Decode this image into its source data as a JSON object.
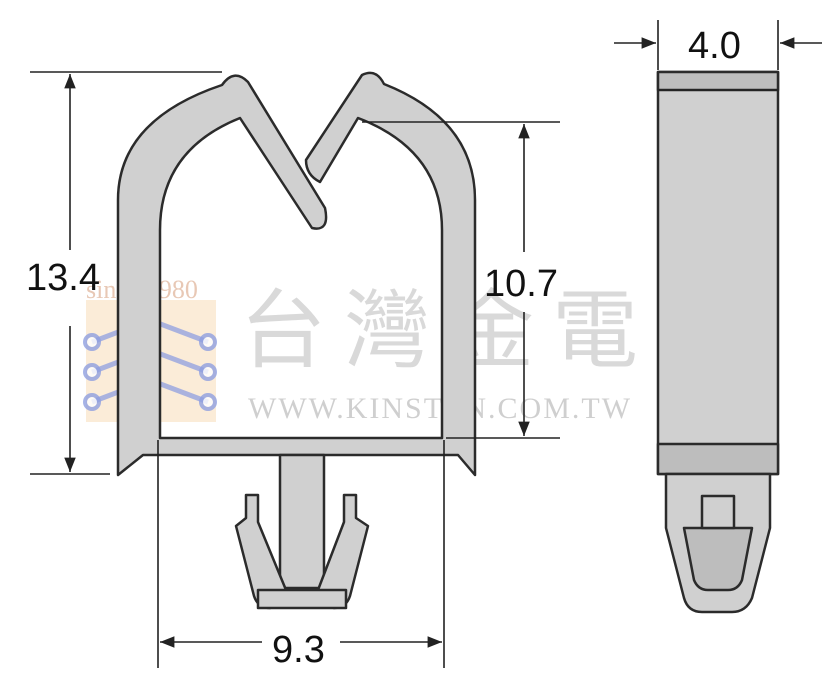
{
  "dimensions": {
    "overall_height": "13.4",
    "inner_height": "10.7",
    "inner_width": "9.3",
    "side_thickness": "4.0"
  },
  "watermark": {
    "company_cn": "台灣金電子",
    "website": "WWW.KINSTEN.COM.TW",
    "since": "since 1980"
  },
  "colors": {
    "part_fill": "#d0d0d0",
    "outline": "#2b2b2b",
    "logo_blue": "#7d8fd6",
    "logo_orange": "#f5c990"
  }
}
